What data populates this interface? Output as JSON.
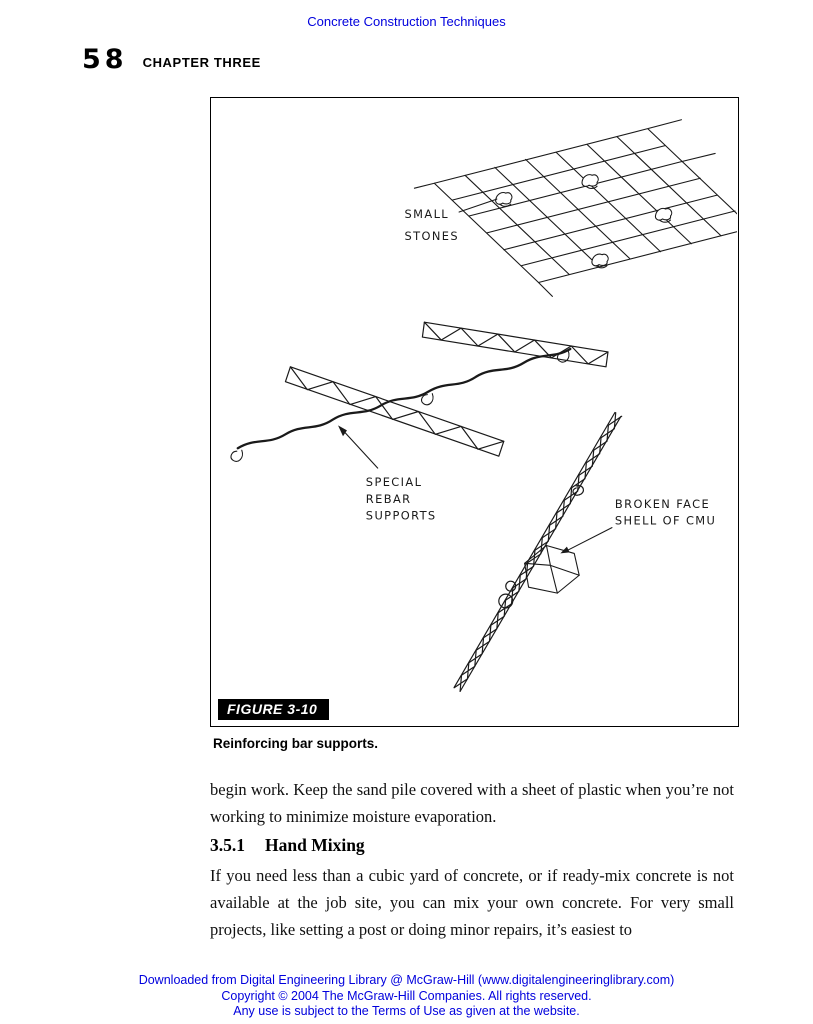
{
  "page": {
    "running_head": "Concrete Construction Techniques",
    "page_number": "58",
    "chapter_title": "CHAPTER THREE"
  },
  "figure": {
    "tag": "FIGURE 3-10",
    "caption": "Reinforcing bar supports.",
    "labels": {
      "small_stones_line1": "SMALL",
      "small_stones_line2": "STONES",
      "rebar_line1": "SPECIAL",
      "rebar_line2": "REBAR",
      "rebar_line3": "SUPPORTS",
      "cmu_line1": "BROKEN FACE",
      "cmu_line2": "SHELL OF CMU"
    },
    "ink_color": "#1a1a1a"
  },
  "content": {
    "para1": "begin work. Keep the sand pile covered with a sheet of plastic when you’re not working to minimize moisture evaporation.",
    "heading_number": "3.5.1",
    "heading_title": "Hand Mixing",
    "para2": "If you need less than a cubic yard of concrete, or if ready-mix concrete is not available at the job site, you can mix your own concrete. For very small projects, like setting a post or doing minor repairs, it’s easiest to"
  },
  "footer": {
    "line1": "Downloaded from Digital Engineering Library @ McGraw-Hill (www.digitalengineeringlibrary.com)",
    "line2": "Copyright © 2004 The McGraw-Hill Companies. All rights reserved.",
    "line3": "Any use is subject to the Terms of Use as given at the website.",
    "link_color": "#0000dd"
  }
}
